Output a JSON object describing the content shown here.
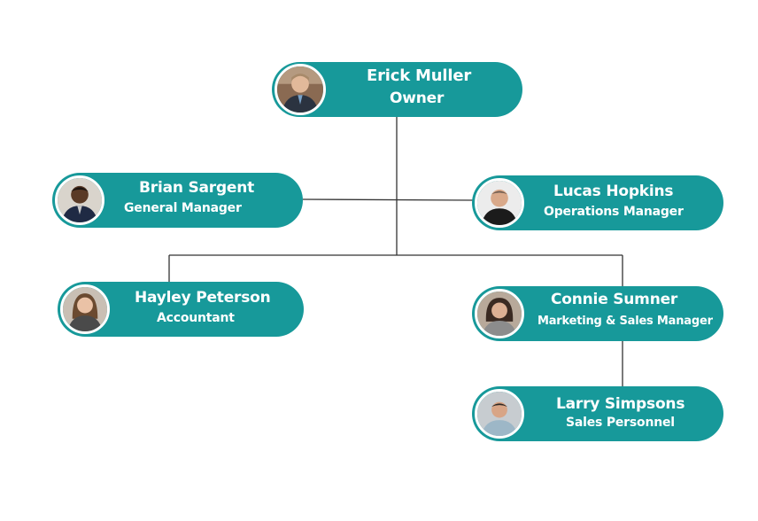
{
  "background_color": "#ffffff",
  "node_color": "#17999a",
  "line_color": "#333333",
  "people": {
    "erick": {
      "name": "Erick Muller",
      "role": "Owner",
      "avatar": "person-photo-icon"
    },
    "brian": {
      "name": "Brian Sargent",
      "role": "General Manager",
      "avatar": "person-photo-icon"
    },
    "lucas": {
      "name": "Lucas Hopkins",
      "role": "Operations Manager",
      "avatar": "person-photo-icon"
    },
    "hayley": {
      "name": "Hayley Peterson",
      "role": "Accountant",
      "avatar": "person-photo-icon"
    },
    "connie": {
      "name": "Connie Sumner",
      "role": "Marketing & Sales Manager",
      "avatar": "person-photo-icon"
    },
    "larry": {
      "name": "Larry Simpsons",
      "role": "Sales Personnel",
      "avatar": "person-photo-icon"
    }
  }
}
